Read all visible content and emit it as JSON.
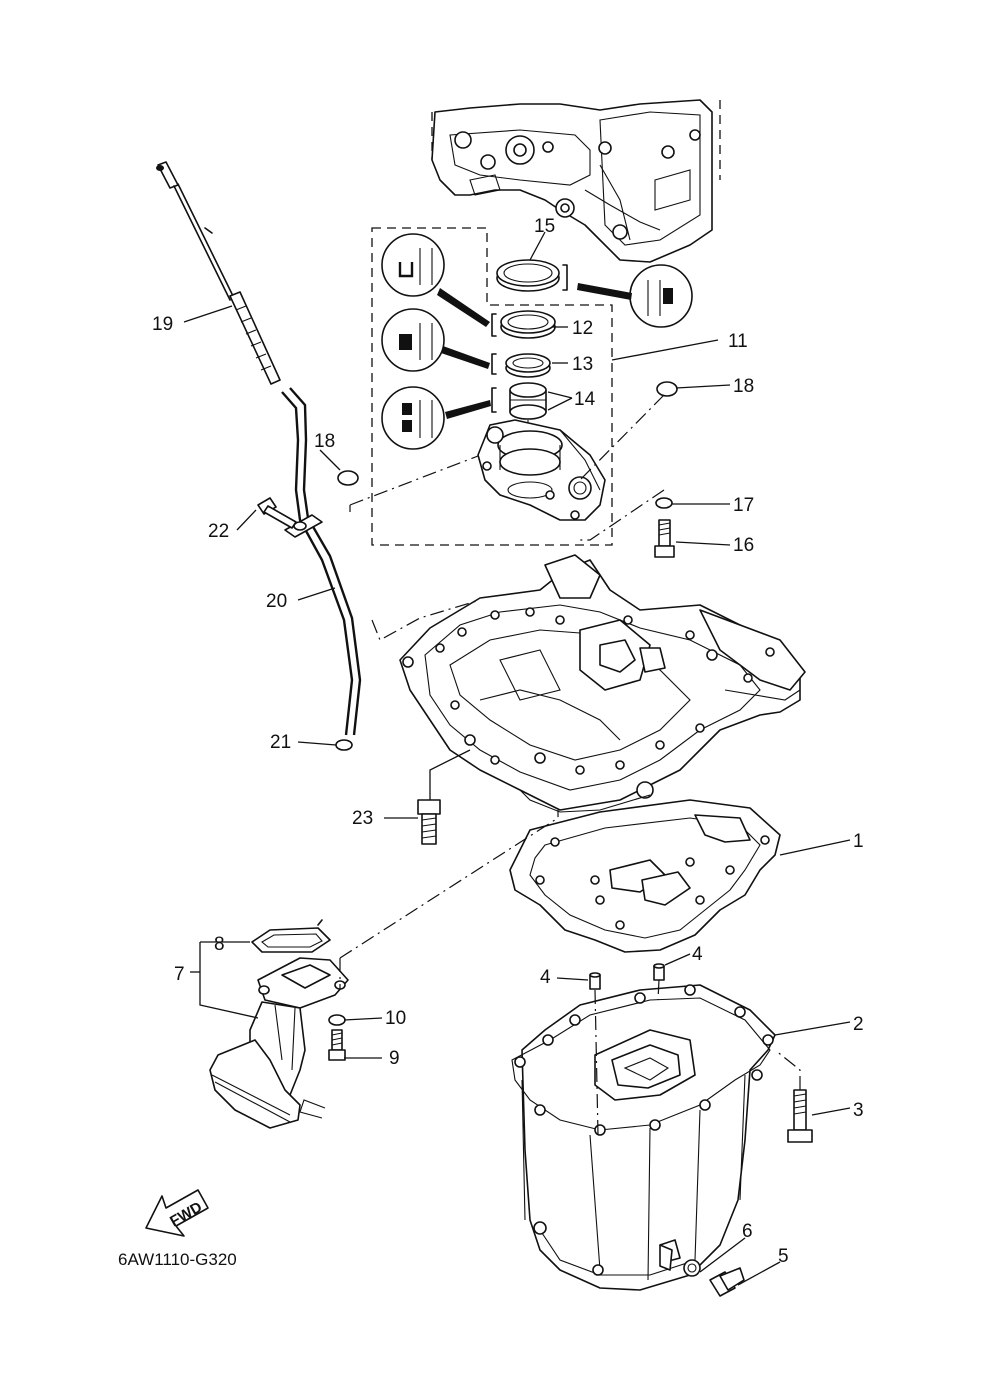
{
  "diagram": {
    "drawing_code": "6AW1110-G320",
    "direction_label": "FWD",
    "callouts": {
      "c1": "1",
      "c2": "2",
      "c3": "3",
      "c4a": "4",
      "c4b": "4",
      "c5": "5",
      "c6": "6",
      "c7": "7",
      "c8": "8",
      "c9": "9",
      "c10": "10",
      "c11": "11",
      "c12": "12",
      "c13": "13",
      "c14": "14",
      "c15": "15",
      "c16": "16",
      "c17": "17",
      "c18a": "18",
      "c18b": "18",
      "c19": "19",
      "c20": "20",
      "c21": "21",
      "c22": "22",
      "c23": "23"
    }
  }
}
